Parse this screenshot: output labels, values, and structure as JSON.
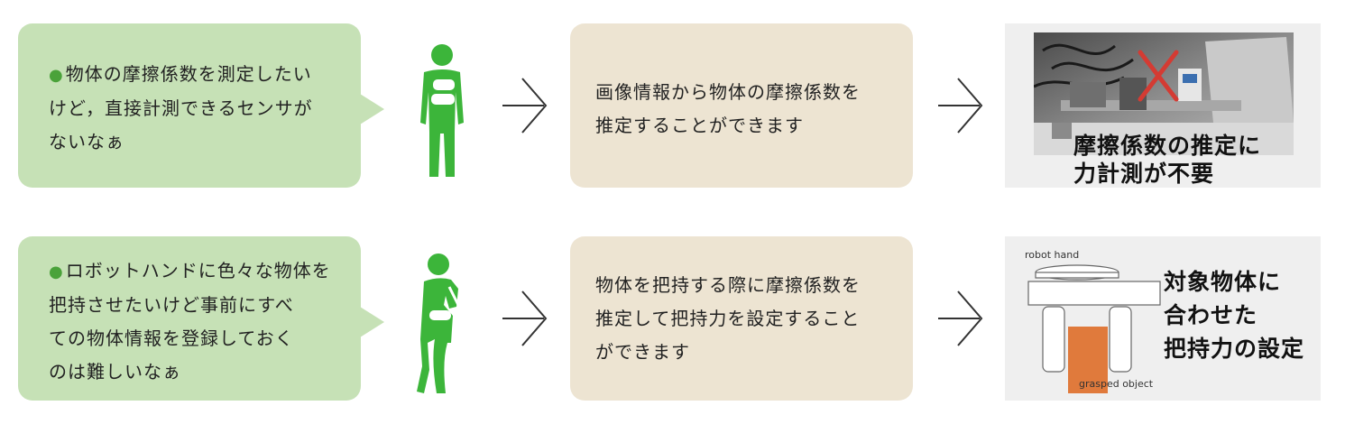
{
  "rows": [
    {
      "problem_lines": [
        "物体の摩擦係数を測定したい",
        "けど，直接計測できるセンサが",
        "ないなぁ"
      ],
      "solution_lines": [
        "画像情報から物体の摩擦係数を",
        "推定することができます"
      ],
      "result_caption_lines": [
        "摩擦係数の推定に",
        "力計測が不要"
      ]
    },
    {
      "problem_lines": [
        "ロボットハンドに色々な物体を",
        "把持させたいけど事前にすべ",
        "ての物体情報を登録しておく",
        "のは難しいなぁ"
      ],
      "solution_lines": [
        "物体を把持する際に摩擦係数を",
        "推定して把持力を設定すること",
        "ができます"
      ],
      "result_caption_lines": [
        "対象物体に",
        "合わせた",
        "把持力の設定"
      ],
      "diagram_labels": {
        "top": "robot hand",
        "bottom": "grasped object"
      }
    }
  ],
  "icons": [
    "bullet-circle",
    "person-thinking",
    "arrow-right",
    "red-cross"
  ],
  "colors": {
    "problem_bg": "#c6e1b6",
    "solution_bg": "#ede4d2",
    "person": "#3cb53a",
    "bullet": "#4aa23a",
    "cross": "#d43b33",
    "grasped_object": "#e07a3c"
  }
}
